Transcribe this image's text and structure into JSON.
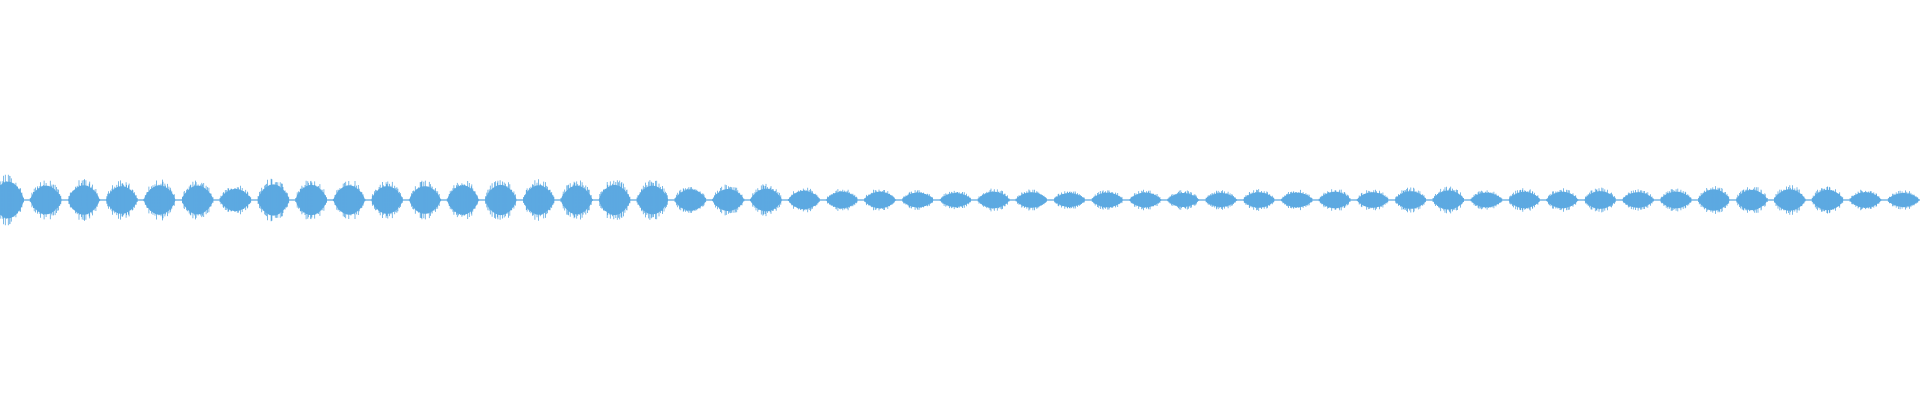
{
  "waveform": {
    "color": "#5ca9e1",
    "background": "#ffffff",
    "pulse_count": 51,
    "amplitudes": [
      1.0,
      0.78,
      0.8,
      0.75,
      0.8,
      0.78,
      0.6,
      0.85,
      0.82,
      0.8,
      0.75,
      0.75,
      0.8,
      0.82,
      0.8,
      0.78,
      0.82,
      0.78,
      0.58,
      0.6,
      0.62,
      0.5,
      0.45,
      0.45,
      0.4,
      0.38,
      0.45,
      0.42,
      0.38,
      0.4,
      0.4,
      0.38,
      0.38,
      0.42,
      0.4,
      0.45,
      0.42,
      0.48,
      0.52,
      0.4,
      0.45,
      0.45,
      0.48,
      0.42,
      0.45,
      0.58,
      0.55,
      0.58,
      0.55,
      0.42,
      0.38
    ]
  }
}
